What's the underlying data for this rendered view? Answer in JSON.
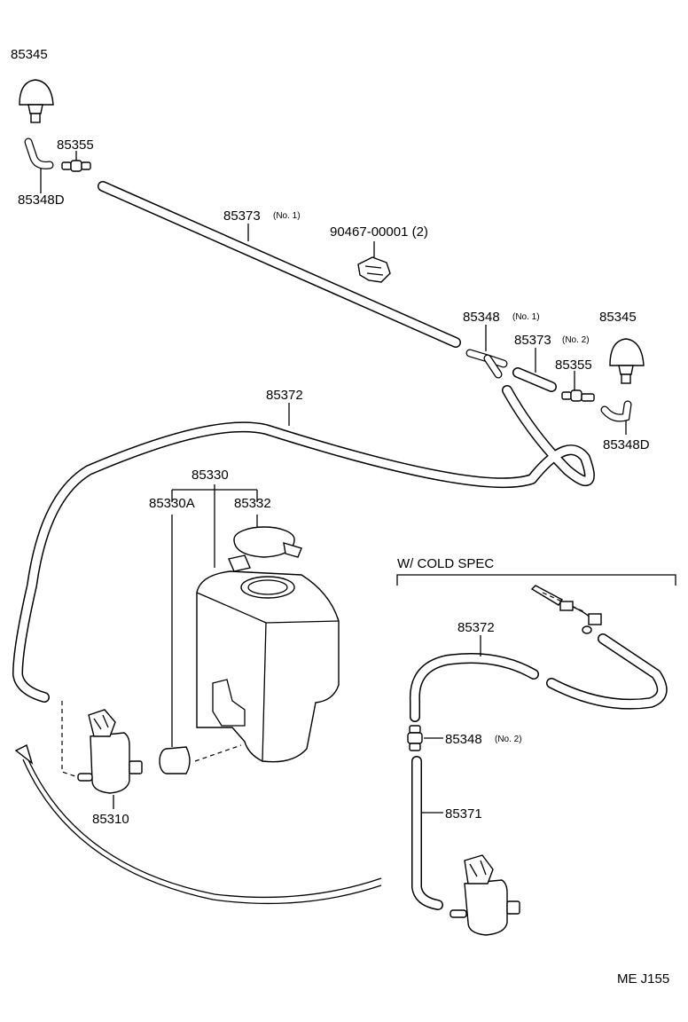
{
  "labels": {
    "p85345_top": "85345",
    "p85355_top": "85355",
    "p85348d_top": "85348D",
    "p85373_no1": "85373",
    "p85373_no1_sub": "(No. 1)",
    "p90467": "90467-00001 (2)",
    "p85348_no1": "85348",
    "p85348_no1_sub": "(No. 1)",
    "p85345_right": "85345",
    "p85373_no2": "85373",
    "p85373_no2_sub": "(No. 2)",
    "p85355_right": "85355",
    "p85372_top": "85372",
    "p85348d_right": "85348D",
    "p85330": "85330",
    "p85330a": "85330A",
    "p85332": "85332",
    "cold_spec": "W/ COLD SPEC",
    "p85372_cold": "85372",
    "p85348_no2": "85348",
    "p85348_no2_sub": "(No. 2)",
    "p85371": "85371",
    "p85310": "85310",
    "diagram_code": "ME J155"
  }
}
